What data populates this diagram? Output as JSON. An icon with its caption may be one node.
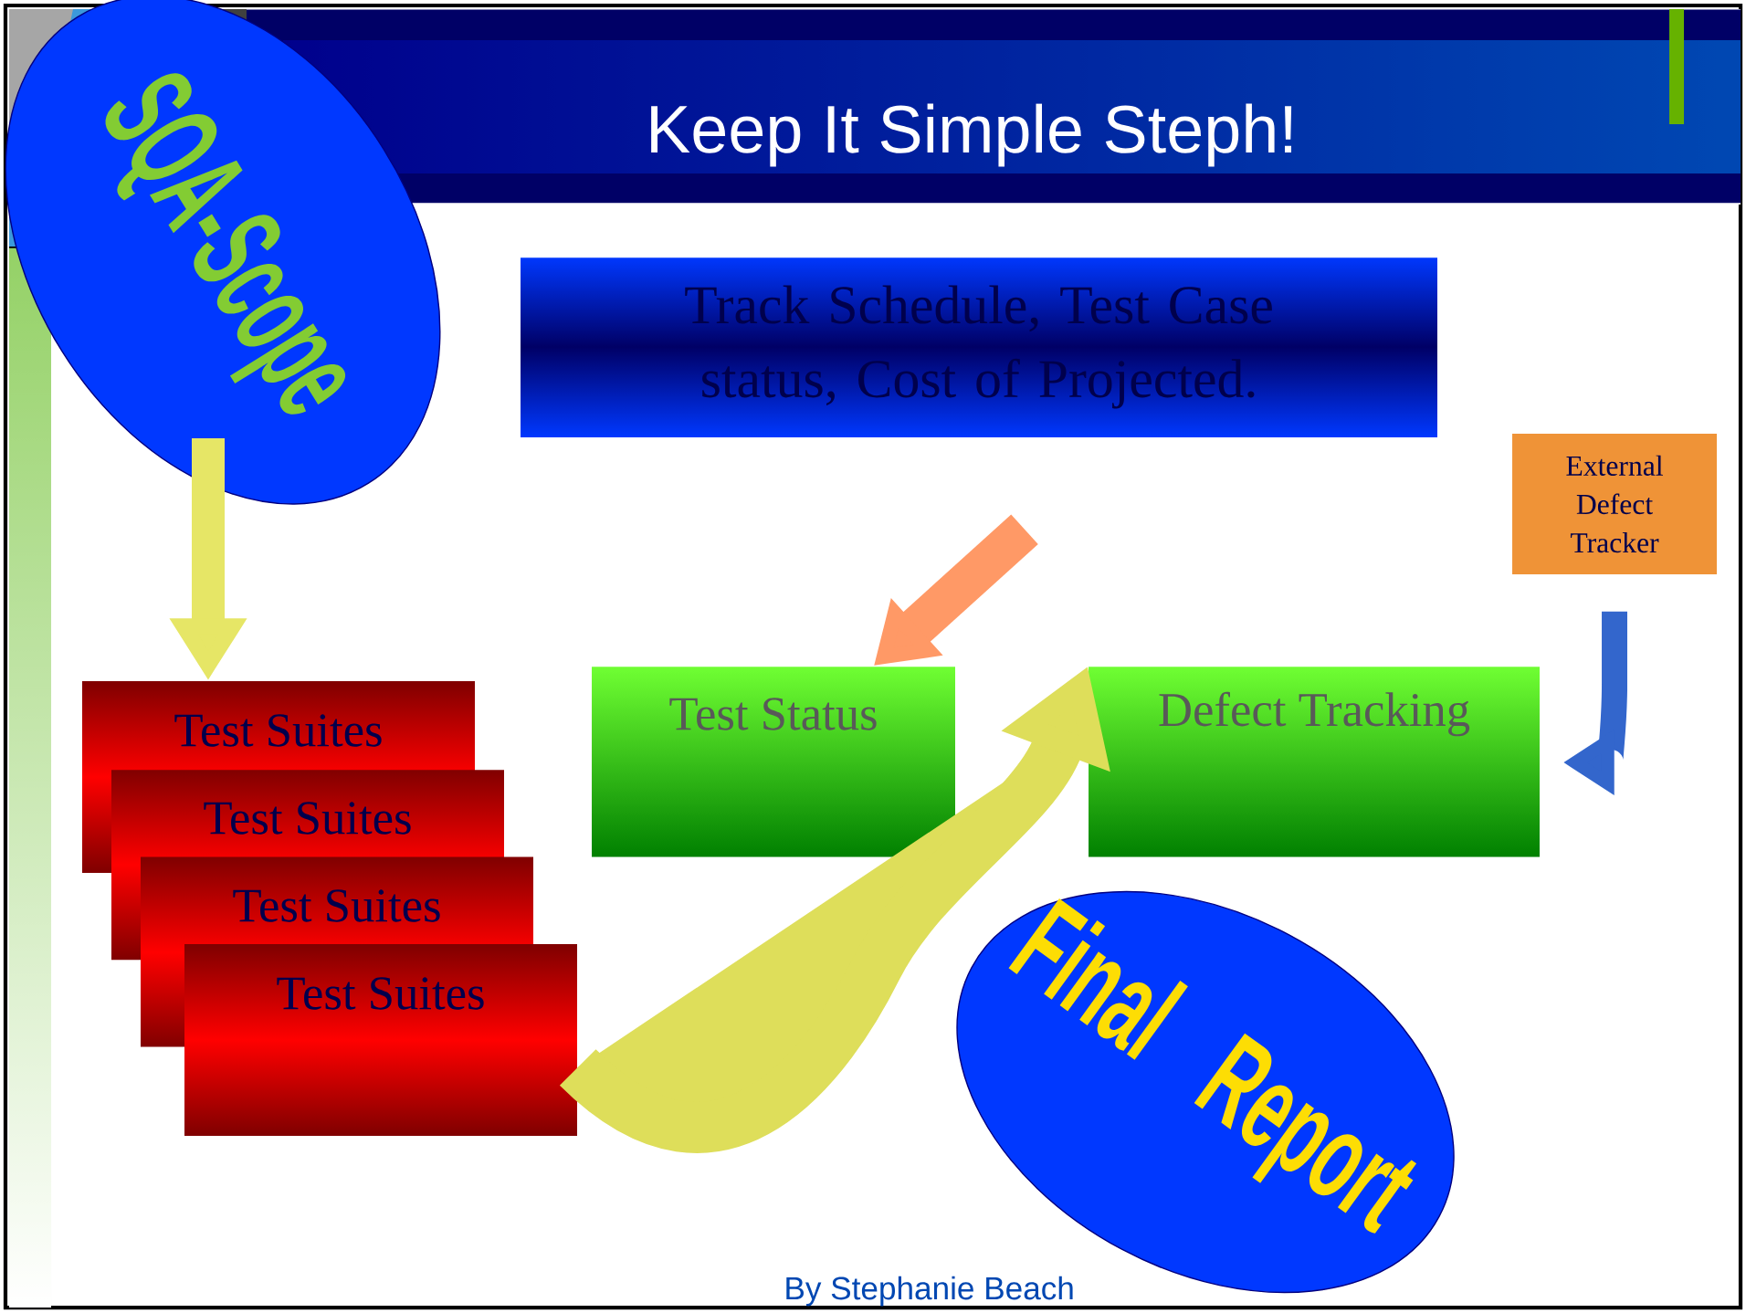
{
  "diagram": {
    "title": "Keep It Simple Steph!",
    "nodes": [
      {
        "text": [
          "SQA-Scope"
        ]
      },
      {
        "text": [
          "Track Schedule, Test Case status, Cost of Projected."
        ]
      },
      {
        "text": [
          "External Defect Tracker"
        ]
      },
      {
        "text": [
          "Test Suites"
        ]
      },
      {
        "text": [
          "Test Suites"
        ]
      },
      {
        "text": [
          "Test Suites"
        ]
      },
      {
        "text": [
          "Test Suites"
        ]
      },
      {
        "text": [
          "Test Status"
        ]
      },
      {
        "text": [
          "Defect Tracking"
        ]
      },
      {
        "text": [
          "Final Report"
        ]
      }
    ],
    "edges": [
      {
        "from": 0,
        "to": 3,
        "arrow": "to",
        "color": "#e6e666"
      },
      {
        "from": 1,
        "to": 7,
        "arrow": "to",
        "color": "#ff9966"
      },
      {
        "from": 2,
        "to": 8,
        "arrow": "to",
        "color": "#3366cc"
      },
      {
        "from": 6,
        "to": 8,
        "arrow": "to",
        "color": "#dede5a"
      }
    ],
    "labels": [
      "By Stephanie Beach"
    ]
  }
}
